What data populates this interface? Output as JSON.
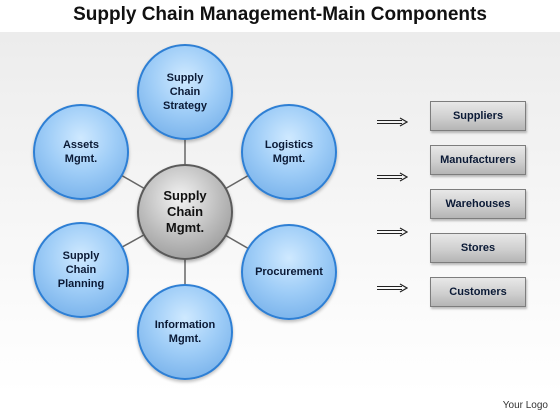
{
  "title": "Supply Chain Management-Main Components",
  "center": "Supply\nChain\nMgmt.",
  "nodes": {
    "strategy": "Supply\nChain\nStrategy",
    "logistics": "Logistics\nMgmt.",
    "procurement": "Procurement",
    "information": "Information\nMgmt.",
    "planning": "Supply\nChain\nPlanning",
    "assets": "Assets\nMgmt."
  },
  "boxes": [
    "Suppliers",
    "Manufacturers",
    "Warehouses",
    "Stores",
    "Customers"
  ],
  "logo": "Your Logo"
}
